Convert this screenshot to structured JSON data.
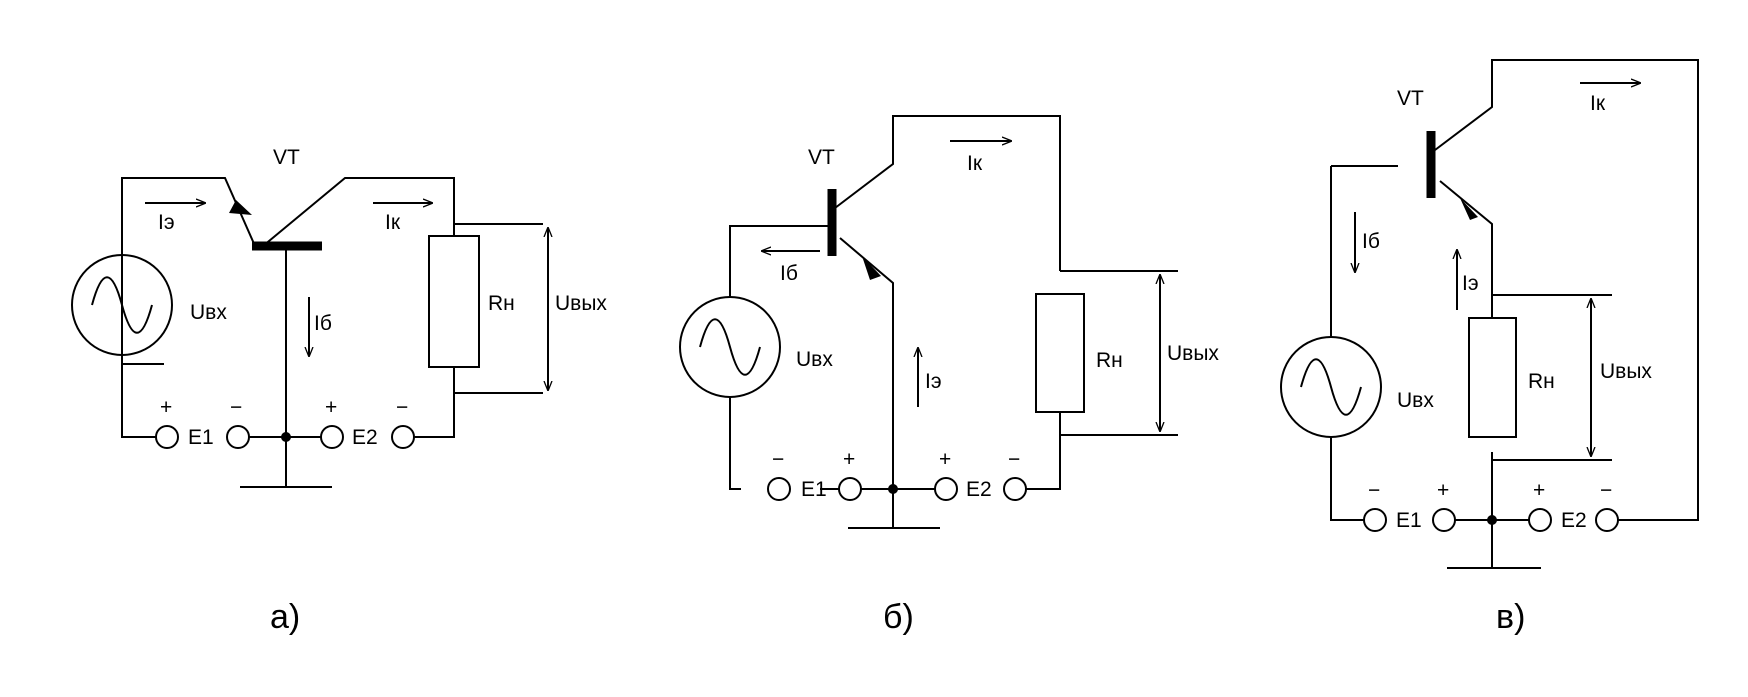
{
  "transistor_label": "VT",
  "current_emitter": "Iэ",
  "current_collector": "Iк",
  "current_base": "Iб",
  "input_voltage": "Uвх",
  "output_voltage": "Uвых",
  "load_resistor": "Rн",
  "source_1": "E1",
  "source_2": "E2",
  "plus": "+",
  "minus": "−",
  "captions": [
    "а)",
    "б)",
    "в)"
  ]
}
